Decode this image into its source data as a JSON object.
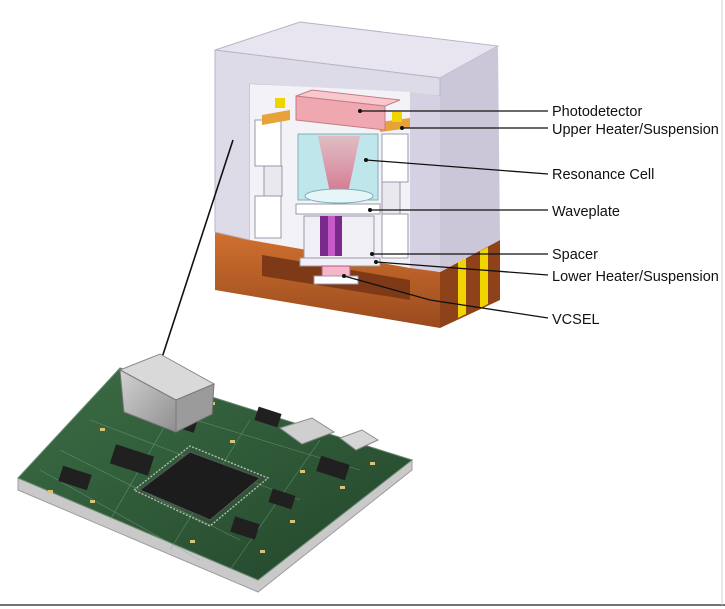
{
  "labels": [
    {
      "key": "photodetector",
      "text": "Photodetector"
    },
    {
      "key": "upper_heater",
      "text": "Upper Heater/Suspension"
    },
    {
      "key": "resonance_cell",
      "text": "Resonance Cell"
    },
    {
      "key": "waveplate",
      "text": "Waveplate"
    },
    {
      "key": "spacer",
      "text": "Spacer"
    },
    {
      "key": "lower_heater",
      "text": "Lower Heater/Suspension"
    },
    {
      "key": "vcsel",
      "text": "VCSEL"
    }
  ],
  "colors": {
    "housing_light": "#e6e3ee",
    "housing_mid": "#cfcbdc",
    "housing_dark": "#b8b3c8",
    "base_copper": "#c2612a",
    "base_copper_dark": "#9a4a1e",
    "gold_stripe": "#f0d400",
    "photodetector": "#f0a8b0",
    "resonance_cell": "#bfe6ea",
    "vcsel_beam": "#7a2a8a",
    "pcb_green": "#2f5c3a",
    "pcb_edge": "#c9c9c9",
    "chip_black": "#1c1c1c",
    "package_gray": "#a9a9a9"
  },
  "icons": [
    "csac-cutaway-diagram",
    "pcb-board-illustration",
    "pointer-arrow"
  ]
}
